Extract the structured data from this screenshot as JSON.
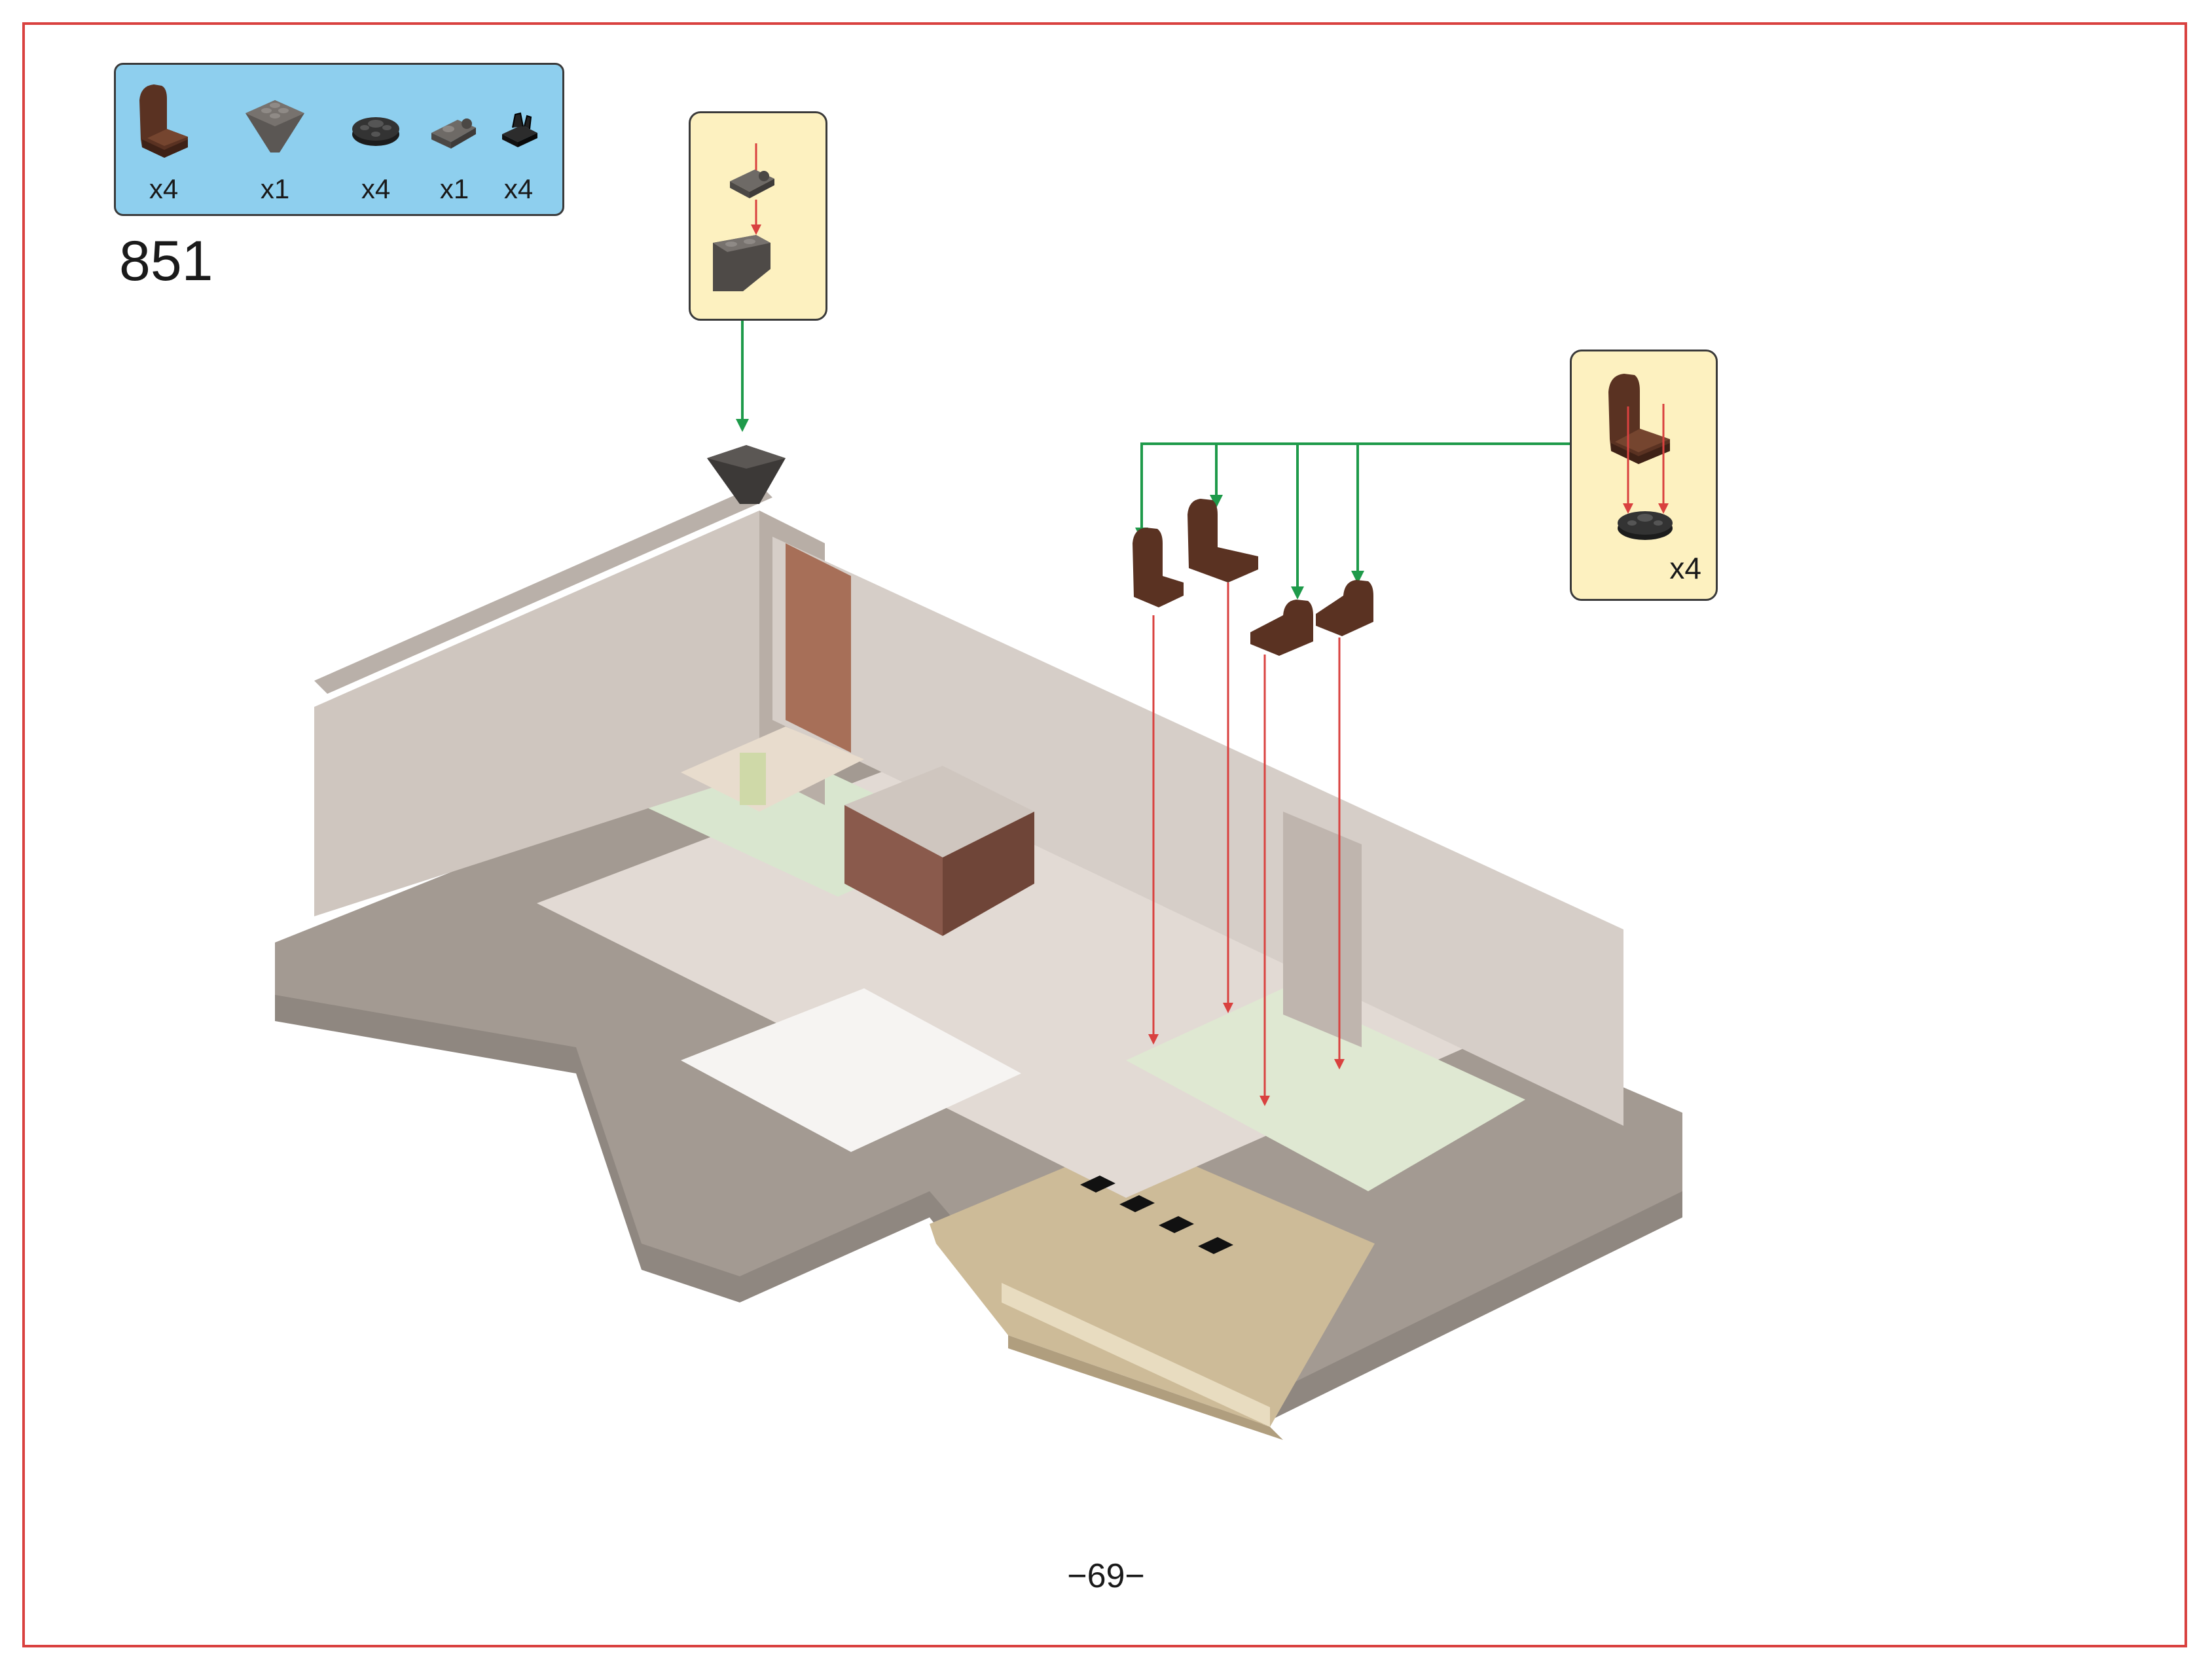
{
  "step": {
    "number": "851"
  },
  "parts_list": {
    "items": [
      {
        "icon": "brown-chair-icon",
        "qty": "x4"
      },
      {
        "icon": "dark-gray-inverted-slope-icon",
        "qty": "x1"
      },
      {
        "icon": "black-round-plate-icon",
        "qty": "x4"
      },
      {
        "icon": "dark-gray-clip-plate-icon",
        "qty": "x1"
      },
      {
        "icon": "black-clip-bracket-icon",
        "qty": "x4"
      }
    ]
  },
  "callouts": {
    "roof_subassembly": {
      "parts": [
        "dark-gray-clip-plate-icon",
        "dark-gray-inverted-slope-icon"
      ]
    },
    "chair_subassembly": {
      "multiplier": "x4",
      "parts": [
        "brown-chair-icon",
        "black-round-plate-icon"
      ]
    }
  },
  "colors": {
    "frame": "#d9413f",
    "parts_box": "#8ecfee",
    "callout": "#fdf1c0",
    "arrow_green": "#1e9a4a",
    "arrow_red": "#d9413f",
    "chair_brown": "#5a3222",
    "wall_gray": "#cfc6bf",
    "baseplate_tan": "#cdbb98"
  },
  "page": {
    "number": "−69−"
  }
}
